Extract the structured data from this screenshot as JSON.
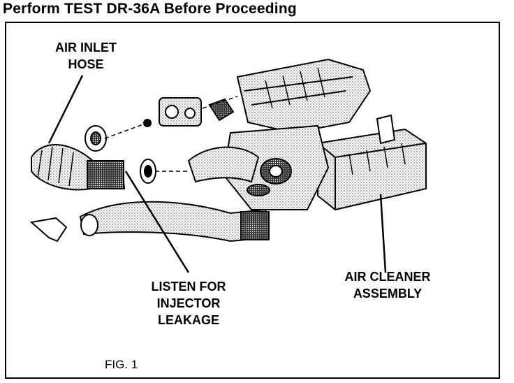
{
  "heading": "Perform TEST DR-36A Before Proceeding",
  "labels": {
    "air_inlet_hose": [
      "AIR INLET",
      "HOSE"
    ],
    "listen_for_leakage": [
      "LISTEN FOR",
      "INJECTOR",
      "LEAKAGE"
    ],
    "air_cleaner_assembly": [
      "AIR CLEANER",
      "ASSEMBLY"
    ]
  },
  "figure_caption": "FIG. 1"
}
